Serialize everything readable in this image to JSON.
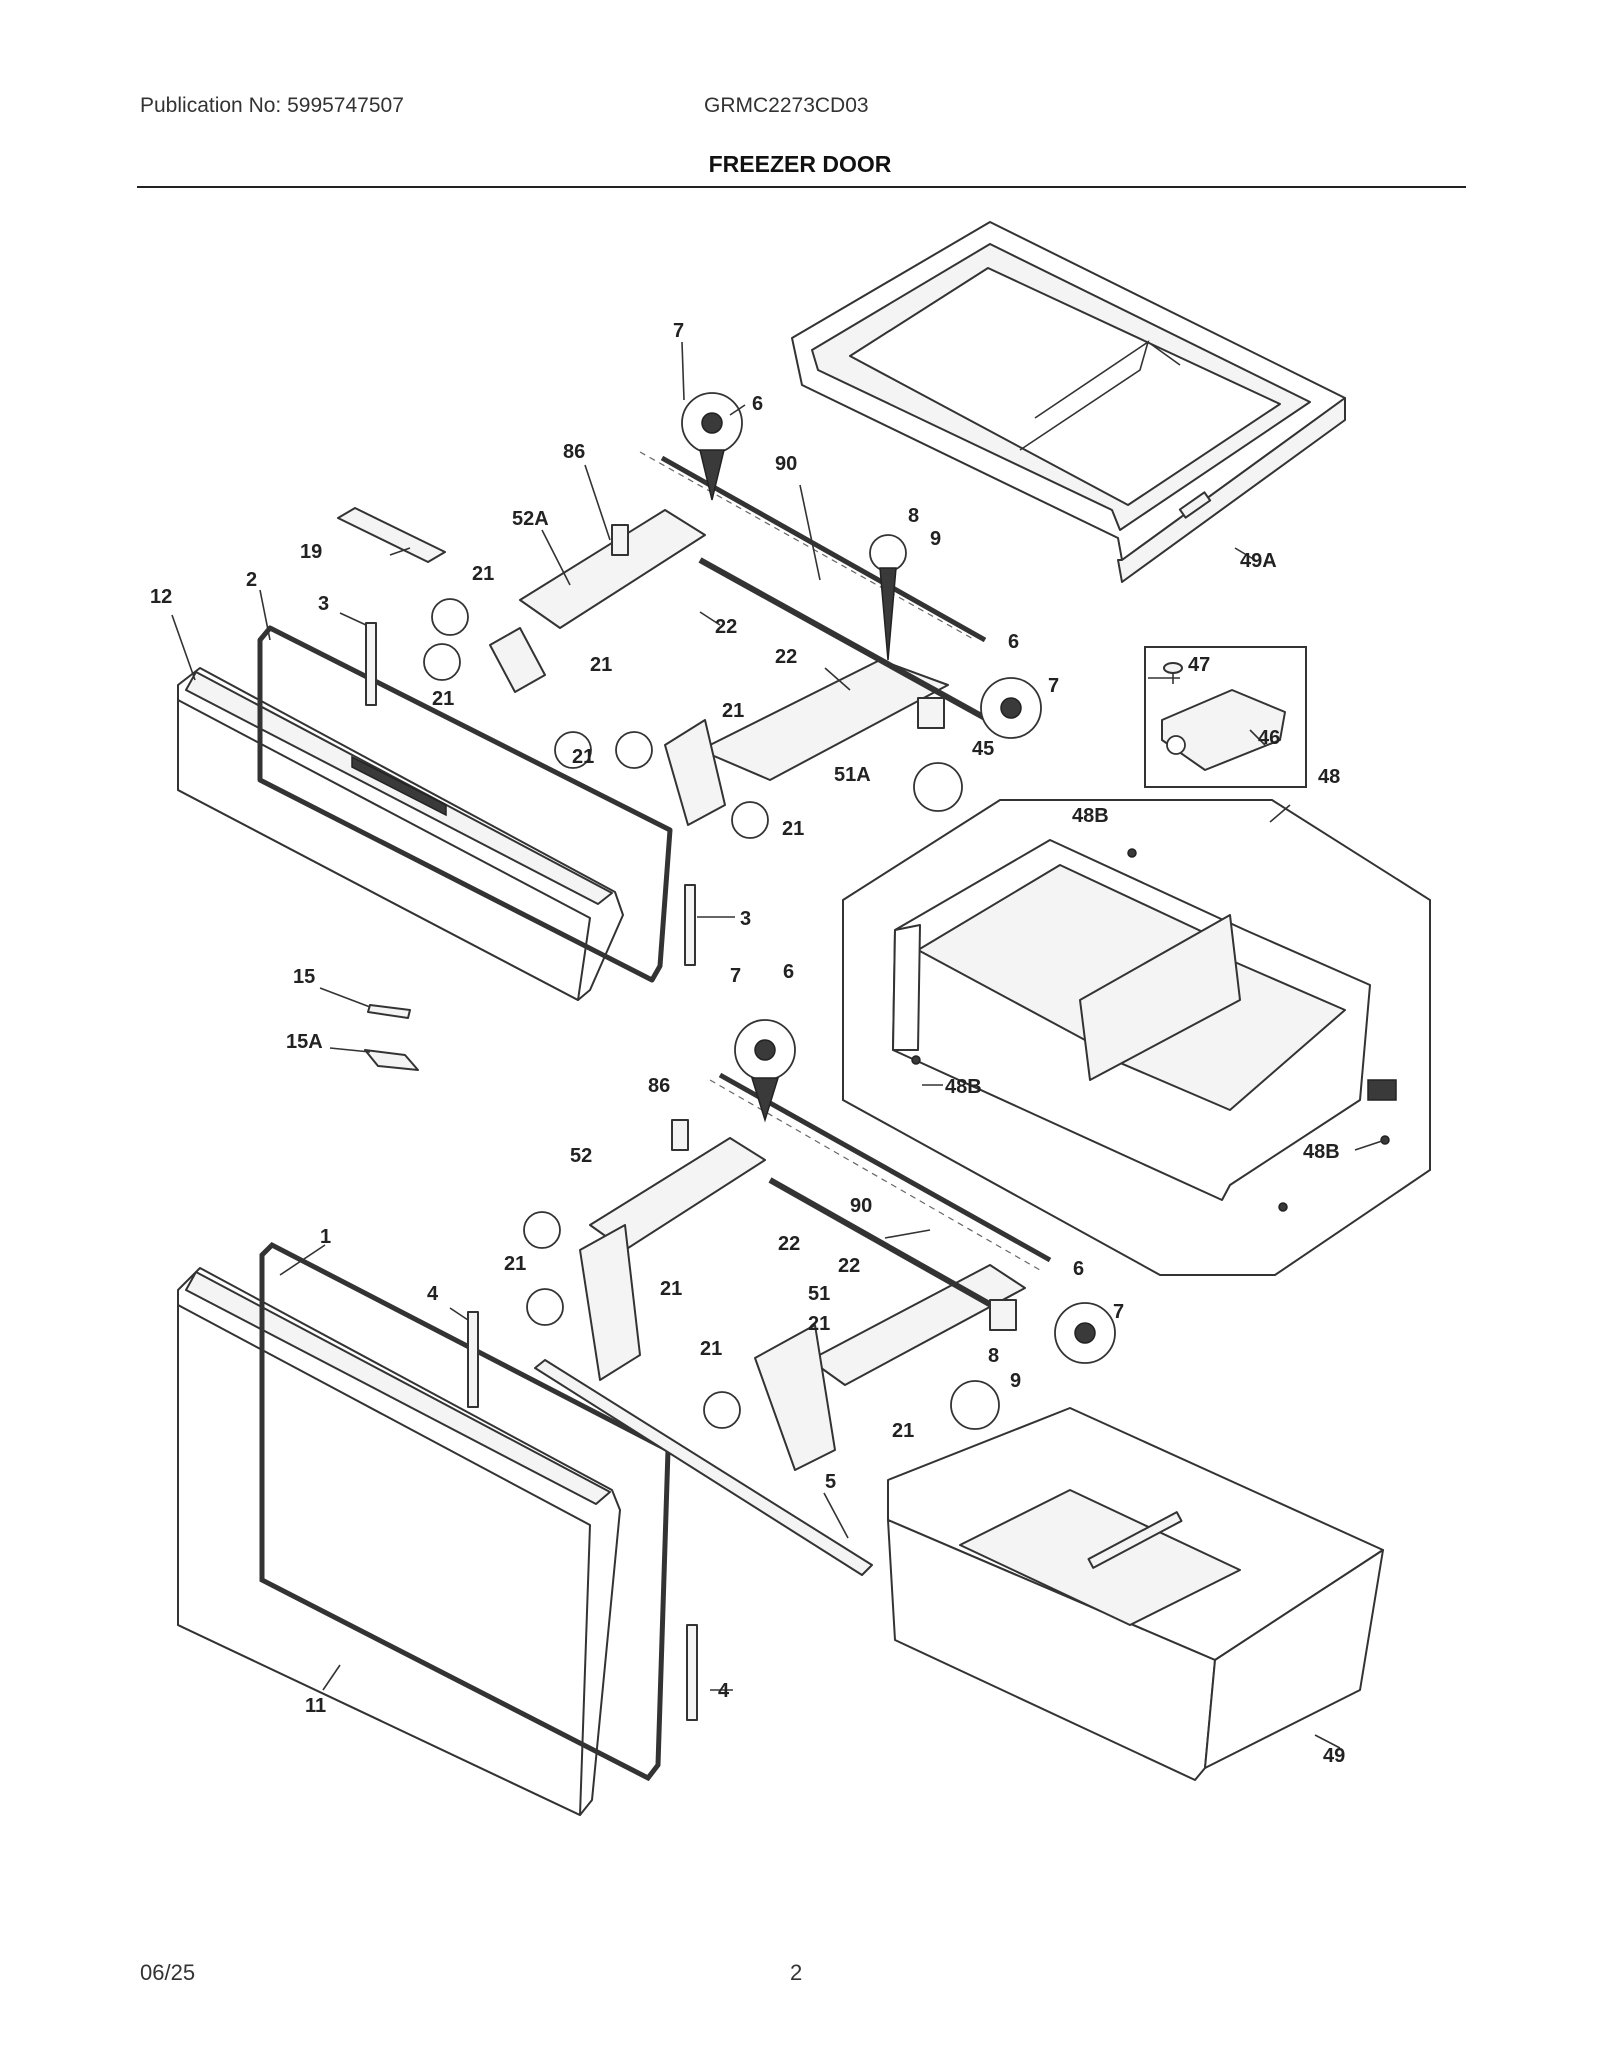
{
  "header": {
    "publication": "Publication No: 5995747507",
    "model": "GRMC2273CD03",
    "title": "FREEZER DOOR"
  },
  "footer": {
    "date": "06/25",
    "page": "2"
  },
  "callouts": {
    "c7_top": "7",
    "c6_top": "6",
    "c86_top": "86",
    "c90_top": "90",
    "c52A": "52A",
    "c19": "19",
    "c21_a": "21",
    "c12": "12",
    "c2": "2",
    "c3_top": "3",
    "c8_top": "8",
    "c9_top": "9",
    "c49A": "49A",
    "c22_a": "22",
    "c21_b": "21",
    "c21_c": "21",
    "c22_b": "22",
    "c6_r": "6",
    "c7_r": "7",
    "c47": "47",
    "c46": "46",
    "c21_d": "21",
    "c21_e": "21",
    "c51A": "51A",
    "c45": "45",
    "c21_f": "21",
    "c48": "48",
    "c48B_top": "48B",
    "c3_mid": "3",
    "c15": "15",
    "c15A": "15A",
    "c7_mid": "7",
    "c6_mid": "6",
    "c48B_l": "48B",
    "c86_mid": "86",
    "c48B_r": "48B",
    "c52": "52",
    "c90_mid": "90",
    "c1": "1",
    "c22_c": "22",
    "c21_g": "21",
    "c21_h": "21",
    "c6_lr": "6",
    "c22_d": "22",
    "c7_lr": "7",
    "c4_top": "4",
    "c51": "51",
    "c21_i": "21",
    "c21_j": "21",
    "c8_low": "8",
    "c9_low": "9",
    "c21_k": "21",
    "c5": "5",
    "c4_low": "4",
    "c11": "11",
    "c49": "49"
  }
}
